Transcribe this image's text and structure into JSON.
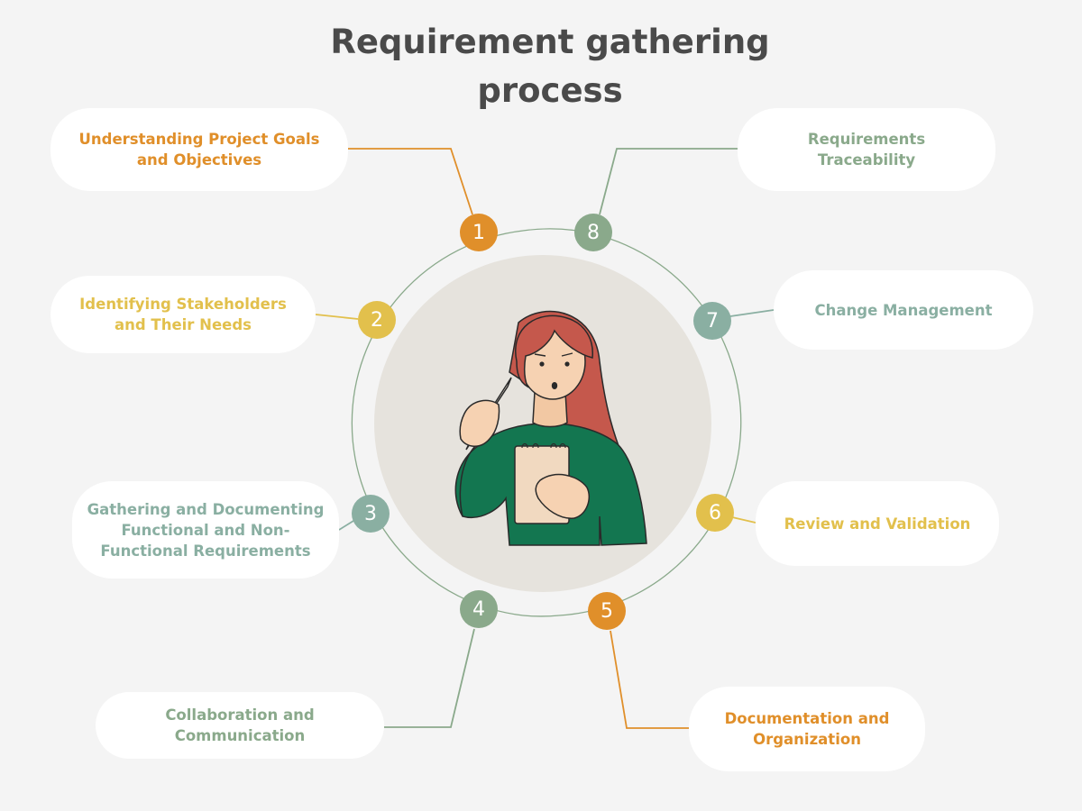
{
  "title": "Requirement gathering process",
  "colors": {
    "orange": "#e08f2a",
    "yellow": "#e2c04c",
    "sage": "#8aa98b",
    "grey_green": "#8aafa2",
    "background": "#f4f4f4",
    "hub": "#e6e3dd"
  },
  "steps": [
    {
      "number": "1",
      "label": "Understanding Project Goals and Objectives",
      "color": "#e08f2a"
    },
    {
      "number": "2",
      "label": "Identifying Stakeholders and Their Needs",
      "color": "#e2c04c"
    },
    {
      "number": "3",
      "label": "Gathering and Documenting Functional and Non-Functional Requirements",
      "color": "#8aafa2"
    },
    {
      "number": "4",
      "label": "Collaboration and Communication",
      "color": "#8aa98b"
    },
    {
      "number": "5",
      "label": "Documentation and Organization",
      "color": "#e08f2a"
    },
    {
      "number": "6",
      "label": "Review and Validation",
      "color": "#e2c04c"
    },
    {
      "number": "7",
      "label": "Change Management",
      "color": "#8aafa2"
    },
    {
      "number": "8",
      "label": "Requirements Traceability",
      "color": "#8aa98b"
    }
  ],
  "illustration": "person-holding-notepad-and-pen-illustration"
}
